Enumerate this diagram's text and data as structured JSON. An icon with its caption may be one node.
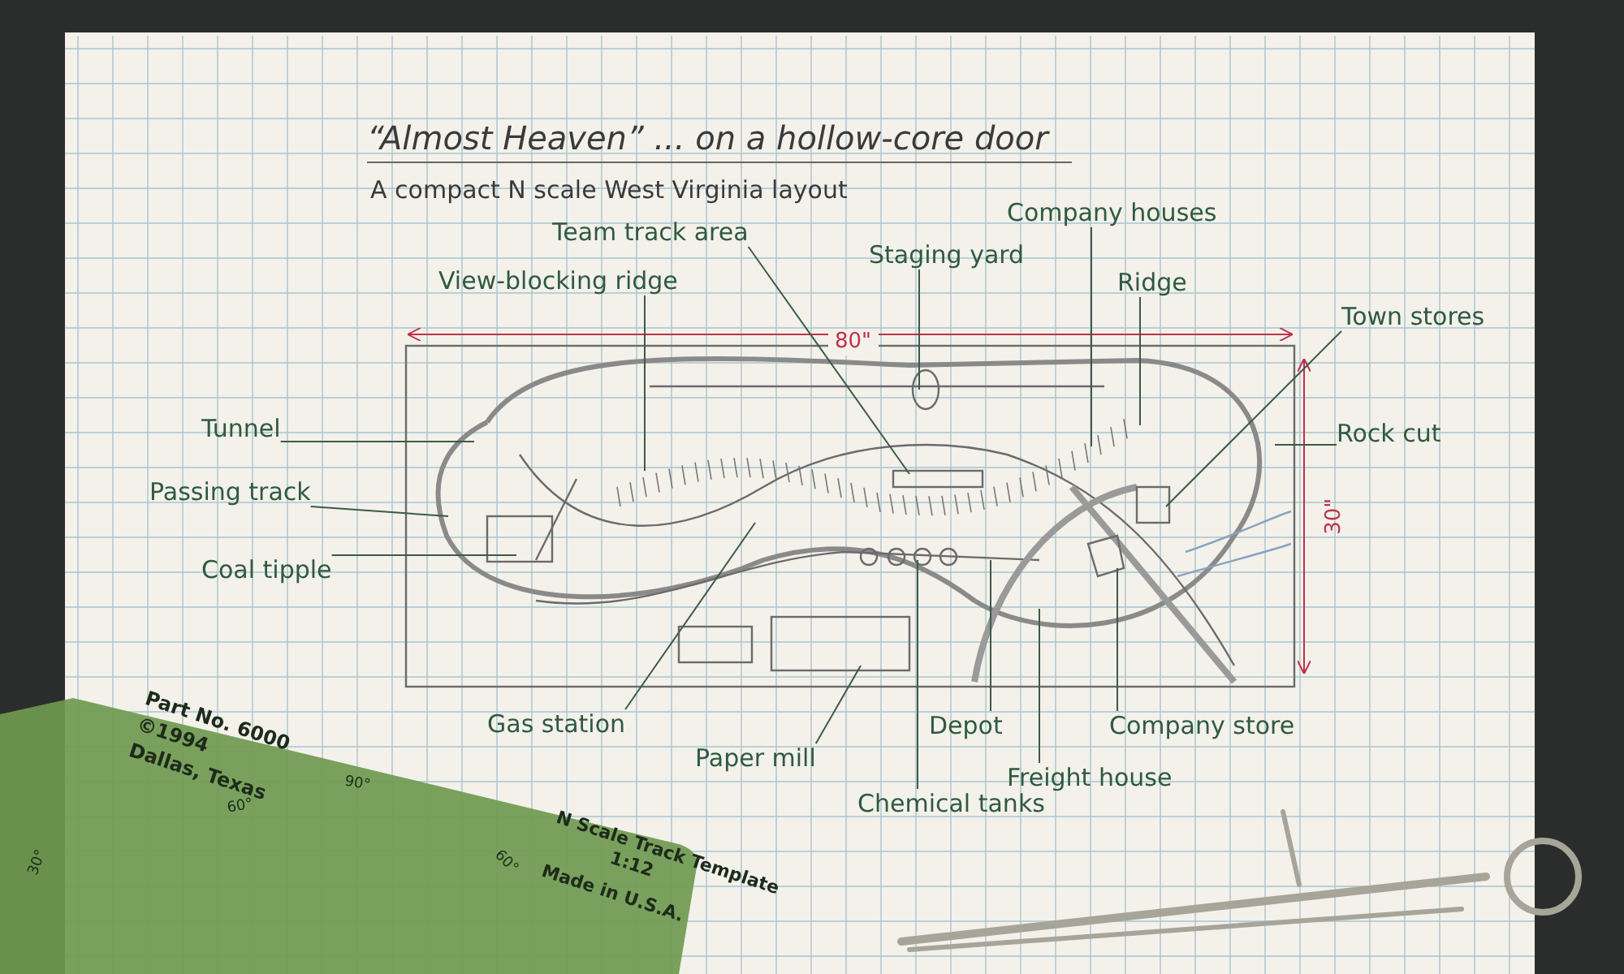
{
  "diagram": {
    "title": "“Almost Heaven” ... on a hollow-core door",
    "nodes": [
      {
        "text": [
          "Tunnel"
        ]
      },
      {
        "text": [
          "Passing track"
        ]
      },
      {
        "text": [
          "Coal tipple"
        ]
      },
      {
        "text": [
          "View-blocking ridge"
        ]
      },
      {
        "text": [
          "Team track area"
        ]
      },
      {
        "text": [
          "Staging yard"
        ]
      },
      {
        "text": [
          "Company houses"
        ]
      },
      {
        "text": [
          "Ridge"
        ]
      },
      {
        "text": [
          "Town stores"
        ]
      },
      {
        "text": [
          "Rock cut"
        ]
      },
      {
        "text": [
          "Gas station"
        ]
      },
      {
        "text": [
          "Paper mill"
        ]
      },
      {
        "text": [
          "Chemical tanks"
        ]
      },
      {
        "text": [
          "Depot"
        ]
      },
      {
        "text": [
          "Freight house"
        ]
      },
      {
        "text": [
          "Company store"
        ]
      }
    ],
    "edges": [
      {
        "from": 0,
        "to": null,
        "arrow": "none"
      },
      {
        "from": 1,
        "to": null,
        "arrow": "none"
      },
      {
        "from": 2,
        "to": null,
        "arrow": "none"
      },
      {
        "from": 3,
        "to": null,
        "arrow": "none"
      },
      {
        "from": 4,
        "to": null,
        "arrow": "none"
      },
      {
        "from": 5,
        "to": null,
        "arrow": "none"
      },
      {
        "from": 6,
        "to": null,
        "arrow": "none"
      },
      {
        "from": 7,
        "to": null,
        "arrow": "none"
      },
      {
        "from": 8,
        "to": null,
        "arrow": "none"
      },
      {
        "from": 9,
        "to": null,
        "arrow": "none"
      },
      {
        "from": 10,
        "to": null,
        "arrow": "none"
      },
      {
        "from": 11,
        "to": null,
        "arrow": "none"
      },
      {
        "from": 12,
        "to": null,
        "arrow": "none"
      },
      {
        "from": 13,
        "to": null,
        "arrow": "none"
      },
      {
        "from": 14,
        "to": null,
        "arrow": "none"
      },
      {
        "from": 15,
        "to": null,
        "arrow": "none"
      }
    ],
    "labels": [
      "A compact N scale West Virginia layout",
      "80\"",
      "30\"",
      "Part No. 6000",
      "©1994",
      "Dallas, Texas",
      "30°",
      "60°",
      "90°",
      "60°",
      "N Scale Track Template",
      "1:12",
      "Made in U.S.A."
    ]
  }
}
